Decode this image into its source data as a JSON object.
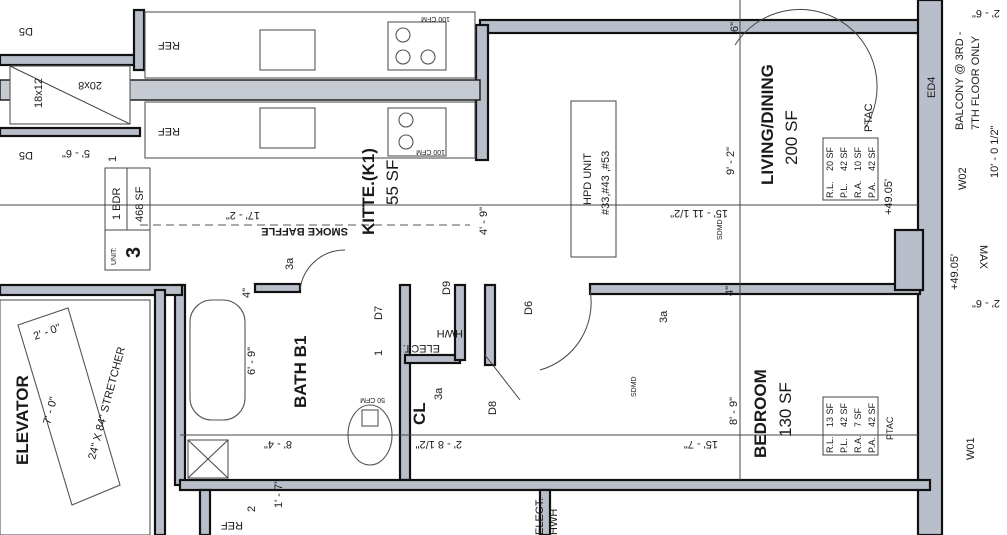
{
  "rooms": {
    "living": {
      "name": "LIVING/DINING",
      "area": "200 SF"
    },
    "bedroom": {
      "name": "BEDROOM",
      "area": "130 SF"
    },
    "kitchen": {
      "name": "KITTE.(K1)",
      "area": "55 SF"
    },
    "bath": {
      "name": "BATH B1"
    },
    "closet": {
      "name": "CL"
    },
    "elevator": {
      "name": "ELEVATOR",
      "stretcher": "24\" X 84\" STRETCHER",
      "dim_width": "2' - 0\"",
      "dim_length": "7' - 0\""
    }
  },
  "hpd_box": {
    "line1": "HPD UNIT",
    "line2": "#33,#43 ,#53"
  },
  "unit_tag": {
    "bedrooms": "1 BDR",
    "area": "468 SF",
    "unit_label": "UNIT:",
    "unit_number": "3"
  },
  "balcony_note": {
    "line1": "BALCONY @ 3RD -",
    "line2": "7TH FLOOR ONLY",
    "dim": "10' - 0 1/2\""
  },
  "ptac": "PTAC",
  "living_table": [
    [
      "R.L.",
      "20 SF"
    ],
    [
      "P.L.",
      "42 SF"
    ],
    [
      "R.A.",
      "10 SF"
    ],
    [
      "P.A.",
      "42 SF"
    ]
  ],
  "bedroom_table": [
    [
      "R.L.",
      "13 SF"
    ],
    [
      "P.L.",
      "42 SF"
    ],
    [
      "R.A.",
      "7 SF"
    ],
    [
      "P.A.",
      "42 SF"
    ]
  ],
  "bedroom_overlap": "PTAC",
  "dimensions": {
    "living_width": "9' - 2\"",
    "living_length": "15' - 11 1/2\"",
    "bedroom_width": "8' - 9\"",
    "bedroom_length": "15' - 7\"",
    "kitchen_length": "17' - 2\"",
    "kitchen_width": "4' - 9\"",
    "bath_width": "6' - 9\"",
    "bath_vanity": "8' - 4\"",
    "closet_width": "2' - 8 1/2\"",
    "wall_6": "6\"",
    "wall_4": "4\"",
    "corridor": "5' - 6\"",
    "edge_top": "2' - 6\"",
    "edge_mid": "2' - 6\"",
    "elev1": "+49.05'",
    "elev2": "+49.05'",
    "max": "MAX"
  },
  "tags": {
    "d5": "D5",
    "d6": "D6",
    "d7": "D7",
    "d8": "D8",
    "d9": "D9",
    "ed4": "ED4",
    "w01": "W01",
    "w02": "W02",
    "t3a": "3a",
    "t2": "2",
    "t1": "1"
  },
  "labels": {
    "ref": "REF",
    "elect": "ELECT.",
    "hwh": "HWH",
    "cfm100": "100 CFM",
    "cfm50": "50 CFM",
    "sdmd": "SDMD",
    "smoke_baffle": "SMOKE BAFFLE",
    "shaft1": "18x12",
    "shaft2": "20x8",
    "bottom_dim": "1' - 7\""
  }
}
